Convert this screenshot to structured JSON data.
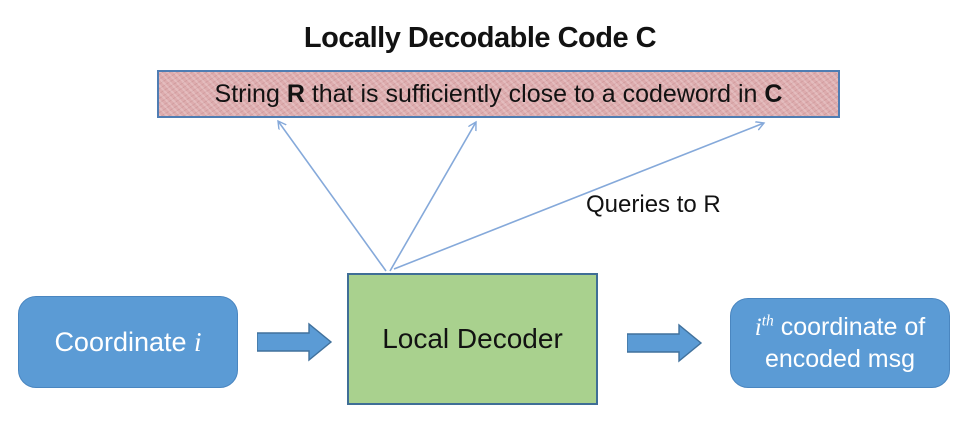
{
  "title": "Locally Decodable Code C",
  "pink_box": {
    "part1": "String ",
    "bold1": "R",
    "part2": " that is sufficiently close to a codeword in ",
    "bold2": "C"
  },
  "queries_label": "Queries to R",
  "decoder_box": {
    "label": "Local Decoder"
  },
  "input_box": {
    "text": "Coordinate ",
    "var": "i"
  },
  "output_box": {
    "var": "i",
    "sup": "th",
    "line1_rest": " coordinate of",
    "line2": "encoded msg"
  },
  "colors": {
    "box_blue": "#5b9bd5",
    "box_green": "#a9d18e",
    "box_pink": "#ddacae",
    "pink_border": "#4f7db3",
    "green_border": "#3f6e96",
    "thin_arrow_blue": "#85a9da",
    "block_arrow_fill": "#5b9bd5",
    "block_arrow_border": "#41719c",
    "text_dark": "#121212",
    "text_white": "#ffffff"
  },
  "icons": {
    "query_arrows": "thin-arrow-up",
    "flow_arrows": "block-arrow-right"
  }
}
